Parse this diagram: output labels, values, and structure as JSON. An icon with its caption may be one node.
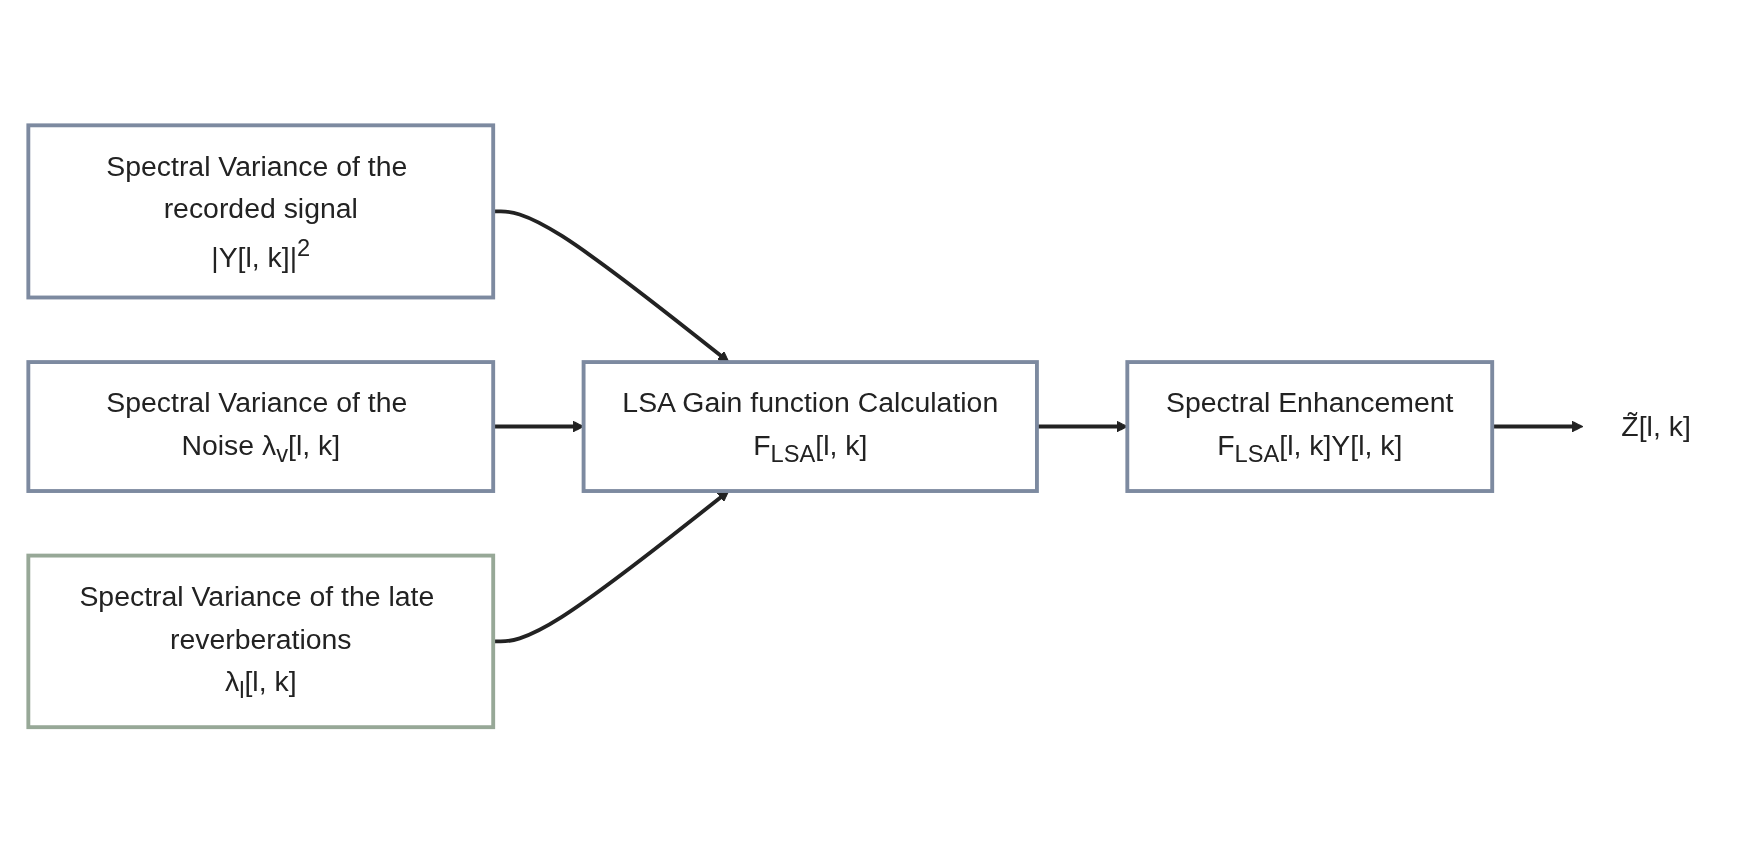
{
  "diagram": {
    "nodes": [
      {
        "text": [
          "Spectral Variance of the recorded signal",
          "|Y[l, k]|$^{2}$"
        ]
      },
      {
        "text": [
          "Spectral Variance of the Noise λ$_{v}$[l, k]"
        ]
      },
      {
        "text": [
          "Spectral Variance of the late reverberations",
          "λ$_{l}$[l, k]"
        ]
      },
      {
        "text": [
          "LSA Gain function Calculation",
          "F$_{LSA}$[l, k]"
        ]
      },
      {
        "text": [
          "Spectral Enhancement",
          "F$_{LSA}$[l, k]Y[l, k]"
        ]
      },
      {
        "text": [
          "Z̃[l, k]"
        ]
      }
    ],
    "edges": [
      {
        "from": 0,
        "to": 3,
        "arrow": "to"
      },
      {
        "from": 1,
        "to": 3,
        "arrow": "to"
      },
      {
        "from": 2,
        "to": 3,
        "arrow": "to"
      },
      {
        "from": 3,
        "to": 4,
        "arrow": "to"
      },
      {
        "from": 4,
        "to": 5,
        "arrow": "to"
      }
    ]
  }
}
